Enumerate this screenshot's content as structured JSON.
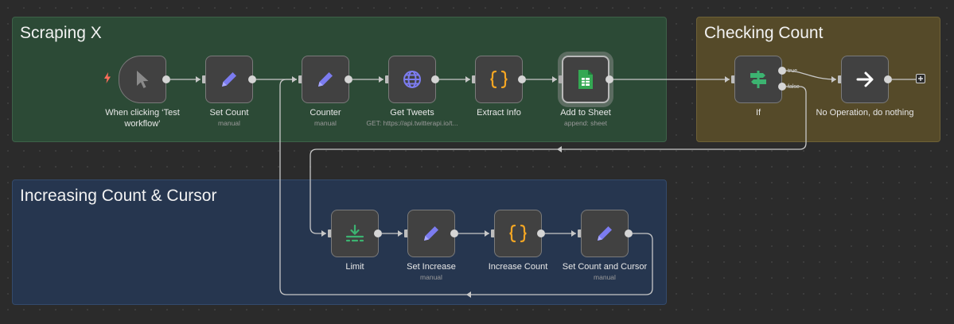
{
  "colors": {
    "canvas": "#2b2b2b",
    "scraping_group": "#2c4a36",
    "checking_group": "#554a29",
    "increasing_group": "#26364f",
    "edit_icon": "#7c7cf0",
    "code_icon": "#f5a623",
    "sheets_icon": "#34a853",
    "wire": "#c8c8c8"
  },
  "groups": {
    "scraping": {
      "title": "Scraping X"
    },
    "checking": {
      "title": "Checking Count"
    },
    "increasing": {
      "title": "Increasing Count & Cursor"
    }
  },
  "nodes": {
    "trigger": {
      "label": "When clicking ‘Test workflow’",
      "icon": "cursor-icon"
    },
    "set_count": {
      "label": "Set Count",
      "sub": "manual",
      "icon": "pencil-icon"
    },
    "counter": {
      "label": "Counter",
      "sub": "manual",
      "icon": "pencil-icon"
    },
    "get_tweets": {
      "label": "Get Tweets",
      "sub": "GET: https://api.twitterapi.io/t...",
      "icon": "globe-icon"
    },
    "extract_info": {
      "label": "Extract Info",
      "icon": "code-braces-icon"
    },
    "add_to_sheet": {
      "label": "Add to Sheet",
      "sub": "append: sheet",
      "icon": "google-sheets-icon"
    },
    "if": {
      "label": "If",
      "icon": "signpost-icon",
      "branch_true": "true",
      "branch_false": "false"
    },
    "no_op": {
      "label": "No Operation, do nothing",
      "icon": "arrow-right-icon"
    },
    "limit": {
      "label": "Limit",
      "icon": "limit-icon"
    },
    "set_increase": {
      "label": "Set Increase",
      "sub": "manual",
      "icon": "pencil-icon"
    },
    "increase_count": {
      "label": "Increase Count",
      "icon": "code-braces-icon"
    },
    "set_count_cursor": {
      "label": "Set Count and Cursor",
      "sub": "manual",
      "icon": "pencil-icon"
    }
  }
}
